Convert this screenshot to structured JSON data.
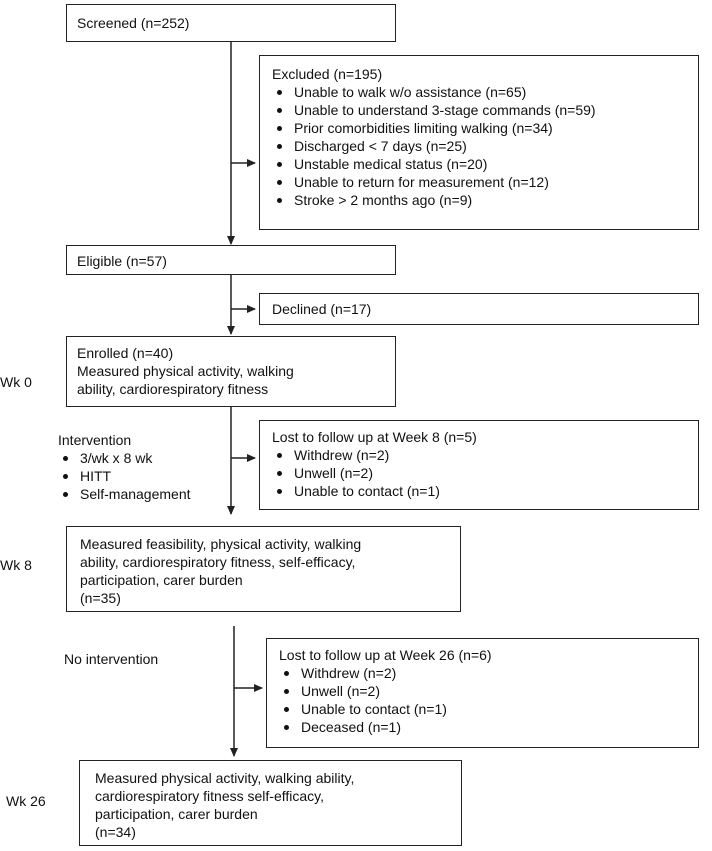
{
  "screened": {
    "title": "Screened (n=252)"
  },
  "excluded": {
    "title": "Excluded (n=195)",
    "items": [
      "Unable to walk w/o assistance (n=65)",
      "Unable to understand 3-stage commands (n=59)",
      "Prior comorbidities limiting walking (n=34)",
      "Discharged < 7 days (n=25)",
      "Unstable medical status (n=20)",
      "Unable to return for measurement (n=12)",
      "Stroke > 2 months ago (n=9)"
    ]
  },
  "eligible": {
    "title": "Eligible (n=57)"
  },
  "declined": {
    "title": "Declined (n=17)"
  },
  "enrolled": {
    "lines": [
      "Enrolled (n=40)",
      "Measured physical activity, walking",
      "ability, cardiorespiratory fitness"
    ]
  },
  "intervention": {
    "title": "Intervention",
    "items": [
      "3/wk x 8 wk",
      "HITT",
      "Self-management"
    ]
  },
  "lost_week8": {
    "title": "Lost to follow up at Week 8 (n=5)",
    "items": [
      "Withdrew (n=2)",
      "Unwell (n=2)",
      "Unable to contact (n=1)"
    ]
  },
  "week8_box": {
    "lines": [
      "Measured feasibility, physical activity, walking",
      "ability, cardiorespiratory fitness, self-efficacy,",
      "participation, carer burden",
      "(n=35)"
    ]
  },
  "no_intervention": {
    "label": "No intervention"
  },
  "lost_week26": {
    "title": "Lost to follow up at Week 26 (n=6)",
    "items": [
      "Withdrew (n=2)",
      "Unwell (n=2)",
      "Unable to contact (n=1)",
      "Deceased (n=1)"
    ]
  },
  "week26_box": {
    "lines": [
      "Measured physical activity, walking ability,",
      "cardiorespiratory fitness self-efficacy,",
      "participation, carer burden",
      "(n=34)"
    ]
  },
  "timepoints": {
    "wk0": "Wk 0",
    "wk8": "Wk 8",
    "wk26": "Wk 26"
  },
  "colors": {
    "line": "#222222",
    "text": "#111111",
    "background": "#ffffff"
  }
}
